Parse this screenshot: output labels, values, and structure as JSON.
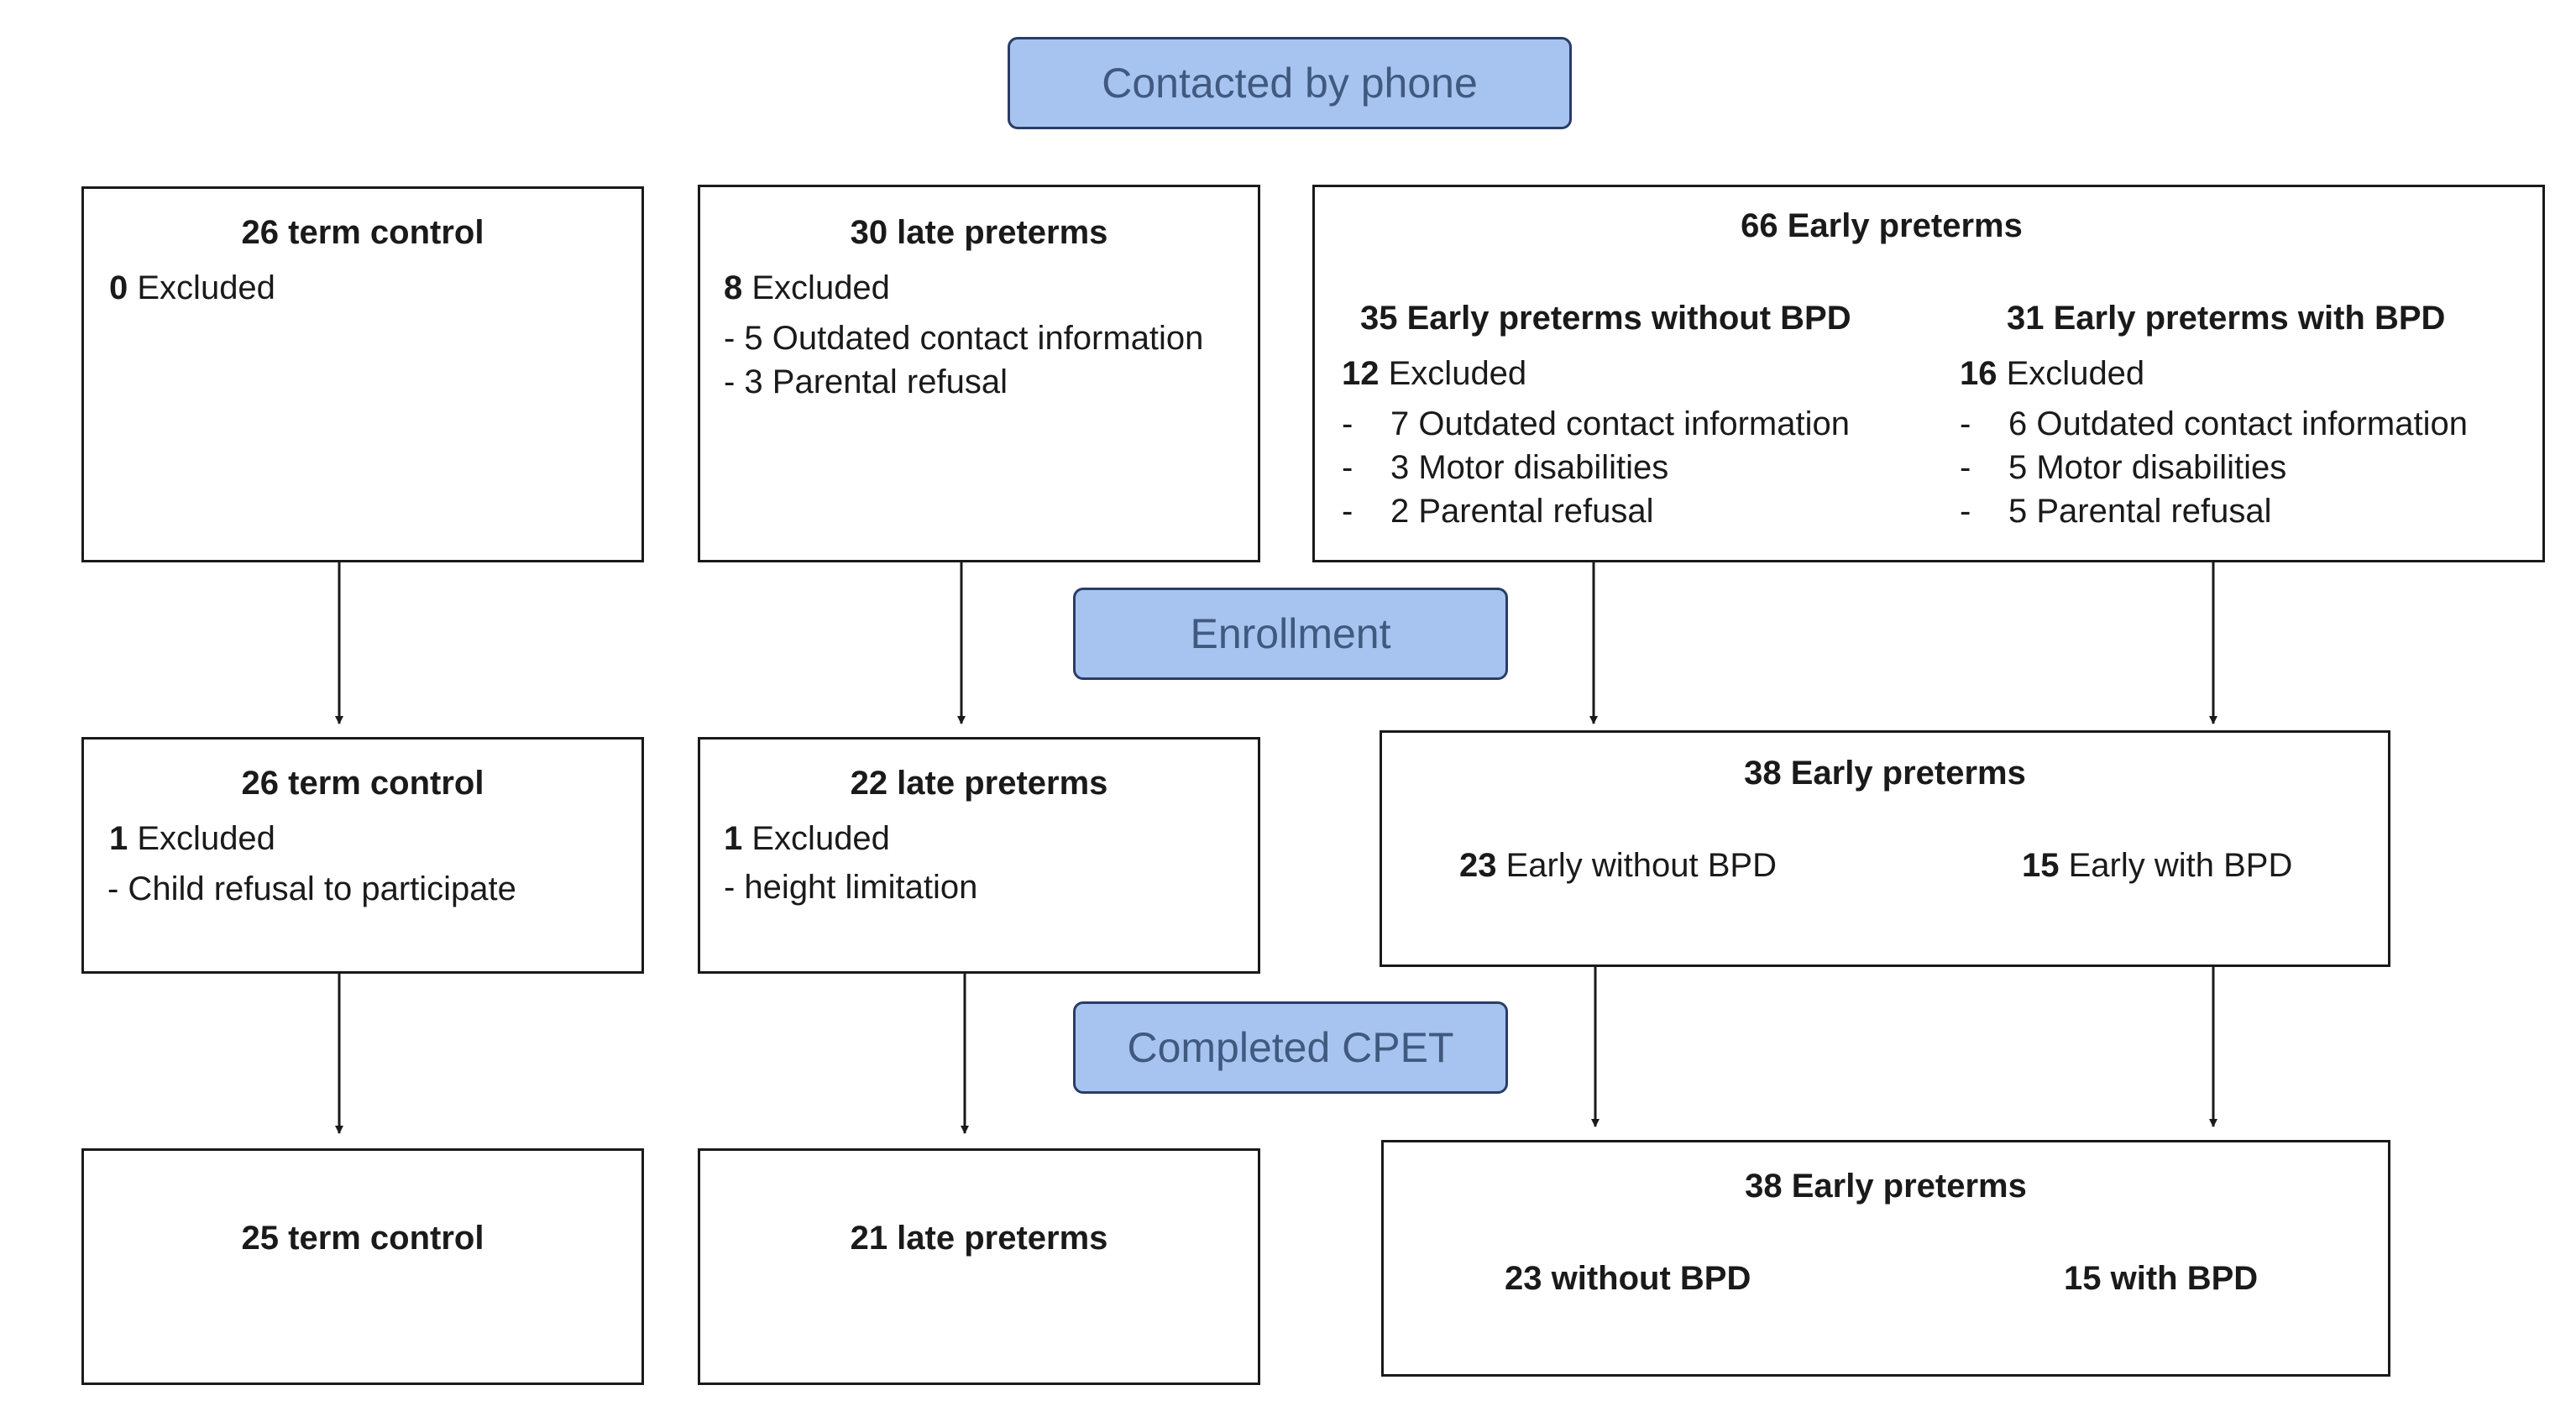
{
  "stages": {
    "contacted": "Contacted by phone",
    "enrollment": "Enrollment",
    "completed": "Completed CPET"
  },
  "row1": {
    "term": {
      "title": "26 term control",
      "excluded_count": "0",
      "excluded_label": "Excluded"
    },
    "late": {
      "title": "30 late preterms",
      "excluded_count": "8",
      "excluded_label": "Excluded",
      "reasons": [
        "- 5 Outdated contact information",
        "- 3 Parental refusal"
      ]
    },
    "early": {
      "title": "66 Early preterms",
      "without": {
        "title": "35 Early preterms without BPD",
        "excluded_count": "12",
        "excluded_label": "Excluded",
        "reasons": [
          "7 Outdated contact information",
          "3 Motor disabilities",
          "2 Parental refusal"
        ]
      },
      "with": {
        "title": "31 Early preterms with BPD",
        "excluded_count": "16",
        "excluded_label": "Excluded",
        "reasons": [
          "6 Outdated contact information",
          "5  Motor disabilities",
          "5 Parental refusal"
        ]
      },
      "dash": "-"
    }
  },
  "row2": {
    "term": {
      "title": "26 term control",
      "excluded_count": "1",
      "excluded_label": "Excluded",
      "reason": "- Child  refusal to participate"
    },
    "late": {
      "title": "22 late preterms",
      "excluded_count": "1",
      "excluded_label": "Excluded",
      "reason": "- height  limitation"
    },
    "early": {
      "title": "38 Early preterms",
      "without_count": "23",
      "without_label": "Early without BPD",
      "with_count": "15",
      "with_label": "Early with BPD"
    }
  },
  "row3": {
    "term": {
      "title": "25 term control"
    },
    "late": {
      "title": "21 late preterms"
    },
    "early": {
      "title": "38 Early preterms",
      "without": "23 without BPD",
      "with": "15 with BPD"
    }
  }
}
